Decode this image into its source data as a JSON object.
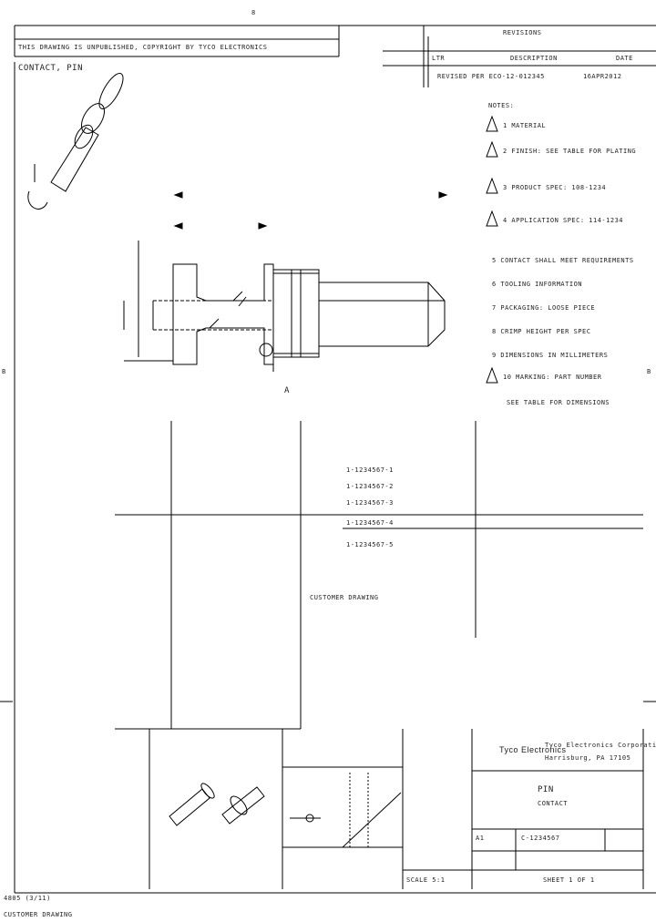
{
  "border": {
    "top_marker": "8",
    "left_marker": "B",
    "right_marker": "B"
  },
  "revision_block": {
    "header": "REVISIONS",
    "col_ltr": "LTR",
    "col_desc": "DESCRIPTION",
    "col_date": "DATE",
    "row_desc": "REVISED PER ECO-12-012345",
    "row_date": "16APR2012"
  },
  "proprietary_note": "THIS DRAWING IS UNPUBLISHED, COPYRIGHT BY TYCO ELECTRONICS",
  "part_label": "CONTACT, PIN",
  "notes": {
    "title": "NOTES:",
    "items": [
      "1 MATERIAL",
      "2 FINISH: SEE TABLE FOR PLATING",
      "3 PRODUCT SPEC: 108-1234",
      "4 APPLICATION SPEC: 114-1234",
      "5 CONTACT SHALL MEET REQUIREMENTS",
      "6 TOOLING INFORMATION",
      "7 PACKAGING: LOOSE PIECE",
      "8 CRIMP HEIGHT PER SPEC",
      "9 DIMENSIONS IN MILLIMETERS",
      "10 MARKING: PART NUMBER",
      "SEE TABLE FOR DIMENSIONS"
    ]
  },
  "table_numbers": [
    "1-1234567-1",
    "1-1234567-2",
    "1-1234567-3",
    "1-1234567-4",
    "1-1234567-5"
  ],
  "customer_drawing": "CUSTOMER DRAWING",
  "title_block": {
    "company": "Tyco Electronics",
    "company_line1": "Tyco Electronics Corporation",
    "company_line2": "Harrisburg, PA 17105",
    "title": "PIN",
    "subtitle": "CONTACT",
    "size": "A1",
    "dwg_no": "C-1234567",
    "scale": "SCALE 5:1",
    "sheet": "SHEET 1 OF 1"
  },
  "footer": {
    "line1": "4805 (3/11)",
    "line2": "CUSTOMER DRAWING"
  },
  "view_marker": "A"
}
